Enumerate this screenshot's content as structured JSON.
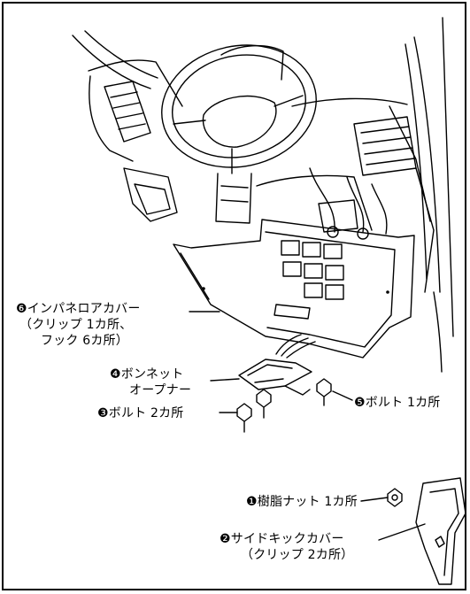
{
  "labels": {
    "instrument_panel_cover": "❻インパネロアカバー",
    "instrument_panel_cover_clips": "（クリップ 1カ所、",
    "instrument_panel_cover_hooks": "フック 6カ所）",
    "hood_opener_line1": "❹ボンネット",
    "hood_opener_line2": "オープナー",
    "bolt_2": "❸ボルト 2カ所",
    "bolt_1": "❺ボルト 1カ所",
    "resin_nut": "❶樹脂ナット 1カ所",
    "side_kick_cover": "❷サイドキックカバー",
    "side_kick_cover_clips": "（クリップ 2カ所）"
  }
}
